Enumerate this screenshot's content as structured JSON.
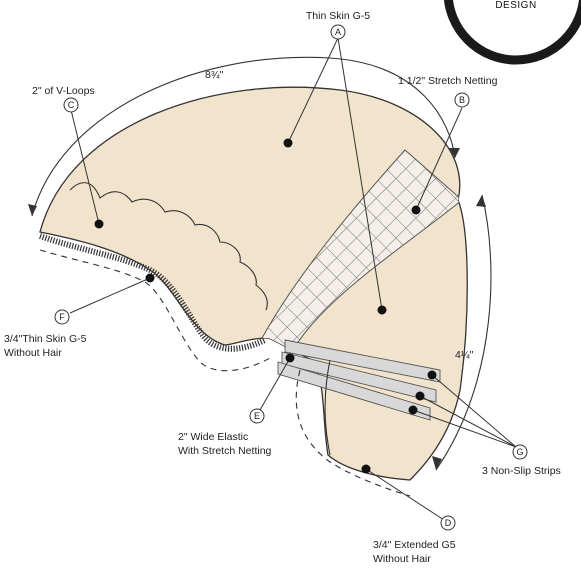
{
  "brand": {
    "text": "DESIGN"
  },
  "colors": {
    "cap_fill": "#f2e4cc",
    "outline": "#333333",
    "net": "#7a7a7a",
    "strip": "#d8d8d8",
    "badge": "#1a1a1a"
  },
  "dimensions": {
    "top_arc": "8¾\"",
    "side_arc": "4¼\""
  },
  "parts": {
    "a": {
      "letter": "A",
      "label": "Thin Skin G-5"
    },
    "b": {
      "letter": "B",
      "label": "1 1/2\" Stretch Netting"
    },
    "c": {
      "letter": "C",
      "label": "2\" of V-Loops"
    },
    "d": {
      "letter": "D",
      "label_1": "3/4\" Extended G5",
      "label_2": "Without Hair"
    },
    "e": {
      "letter": "E",
      "label_1": "2\" Wide Elastic",
      "label_2": "With Stretch Netting"
    },
    "f": {
      "letter": "F",
      "label_1": "3/4\"Thin Skin G-5",
      "label_2": "Without Hair"
    },
    "g": {
      "letter": "G",
      "label": "3 Non-Slip Strips"
    }
  }
}
